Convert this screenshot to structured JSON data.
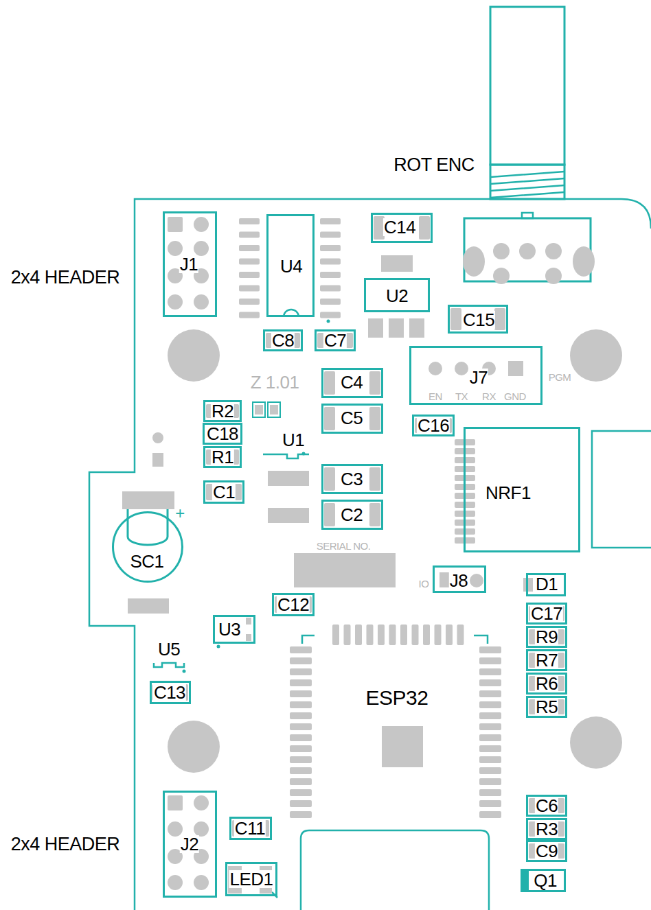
{
  "diagram": {
    "nodes": [
      {
        "text": [
          "J1"
        ]
      },
      {
        "text": [
          "U4"
        ]
      },
      {
        "text": [
          "C14"
        ]
      },
      {
        "text": [
          "U2"
        ]
      },
      {
        "text": [
          "C15"
        ]
      },
      {
        "text": [
          "C8"
        ]
      },
      {
        "text": [
          "C7"
        ]
      },
      {
        "text": [
          "J7",
          "EN",
          "TX",
          "RX",
          "GND"
        ]
      },
      {
        "text": [
          "C4"
        ]
      },
      {
        "text": [
          "R2"
        ]
      },
      {
        "text": [
          "C5"
        ]
      },
      {
        "text": [
          "C16"
        ]
      },
      {
        "text": [
          "C18"
        ]
      },
      {
        "text": [
          "R1"
        ]
      },
      {
        "text": [
          "C3"
        ]
      },
      {
        "text": [
          "C1"
        ]
      },
      {
        "text": [
          "NRF1"
        ]
      },
      {
        "text": [
          "C2"
        ]
      },
      {
        "text": [
          "SC1"
        ]
      },
      {
        "text": [
          "J8"
        ]
      },
      {
        "text": [
          "D1"
        ]
      },
      {
        "text": [
          "C12"
        ]
      },
      {
        "text": [
          "C17"
        ]
      },
      {
        "text": [
          "U3"
        ]
      },
      {
        "text": [
          "R9"
        ]
      },
      {
        "text": [
          "R7"
        ]
      },
      {
        "text": [
          "C13"
        ]
      },
      {
        "text": [
          "R6"
        ]
      },
      {
        "text": [
          "R5"
        ]
      },
      {
        "text": [
          "C6"
        ]
      },
      {
        "text": [
          "J2"
        ]
      },
      {
        "text": [
          "C11"
        ]
      },
      {
        "text": [
          "R3"
        ]
      },
      {
        "text": [
          "C9"
        ]
      },
      {
        "text": [
          "LED1"
        ]
      },
      {
        "text": [
          "Q1"
        ]
      }
    ],
    "labels": [
      "ROT ENC",
      "2x4 HEADER",
      "Z 1.01",
      "PGM",
      "U1",
      "+",
      "SERIAL NO.",
      "IO",
      "U5",
      "ESP32",
      "2x4 HEADER"
    ]
  }
}
